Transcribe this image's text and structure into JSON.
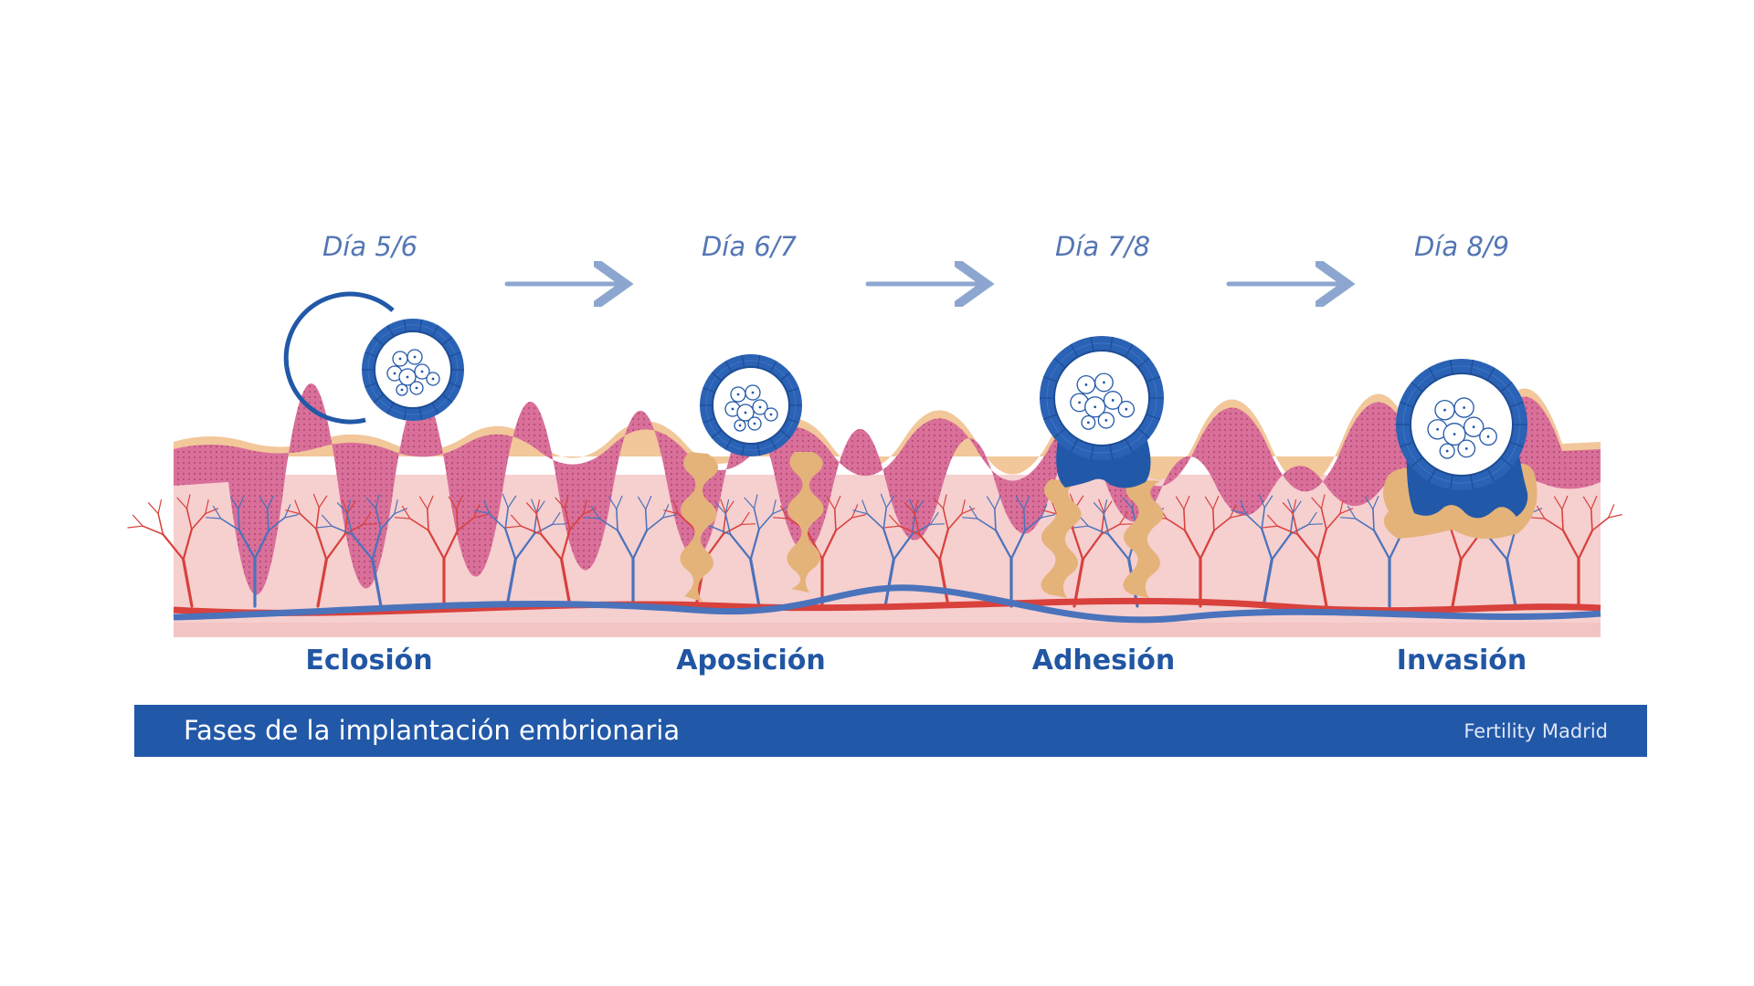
{
  "stages": [
    {
      "day": "Día 5/6",
      "phase": "Eclosión"
    },
    {
      "day": "Día 6/7",
      "phase": "Aposición"
    },
    {
      "day": "Día 7/8",
      "phase": "Adhesión"
    },
    {
      "day": "Día 8/9",
      "phase": "Invasión"
    }
  ],
  "banner": {
    "title": "Fases de la implantación embrionaria",
    "brand": "Fertility Madrid"
  },
  "colors": {
    "primary_blue": "#2258a8",
    "arrow_blue": "#8ca6d0",
    "tissue_pink": "#f6cfcf",
    "epithelium_magenta": "#d9709a",
    "artery_red": "#d8413c",
    "vein_blue": "#4a73bb",
    "trophoblast_tan": "#e4b37a"
  }
}
